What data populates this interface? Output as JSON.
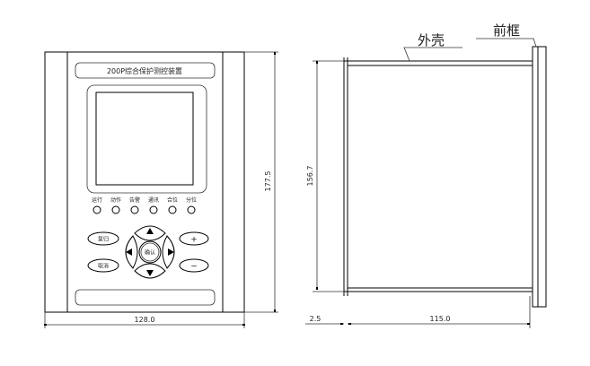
{
  "front_view": {
    "title_plate": "200P综合保护测控装置",
    "led_labels": [
      "运行",
      "动作",
      "告警",
      "通讯",
      "合位",
      "分位"
    ],
    "buttons": {
      "reset": "复归",
      "cancel": "取消",
      "confirm": "确认",
      "plus": "+",
      "minus": "−"
    },
    "width_dim": "128.0",
    "height_dim": "177.5"
  },
  "side_view": {
    "shell_label": "外壳",
    "front_frame_label": "前框",
    "height_dim": "156.7",
    "offset_dim": "2.5",
    "depth_dim": "115.0"
  }
}
